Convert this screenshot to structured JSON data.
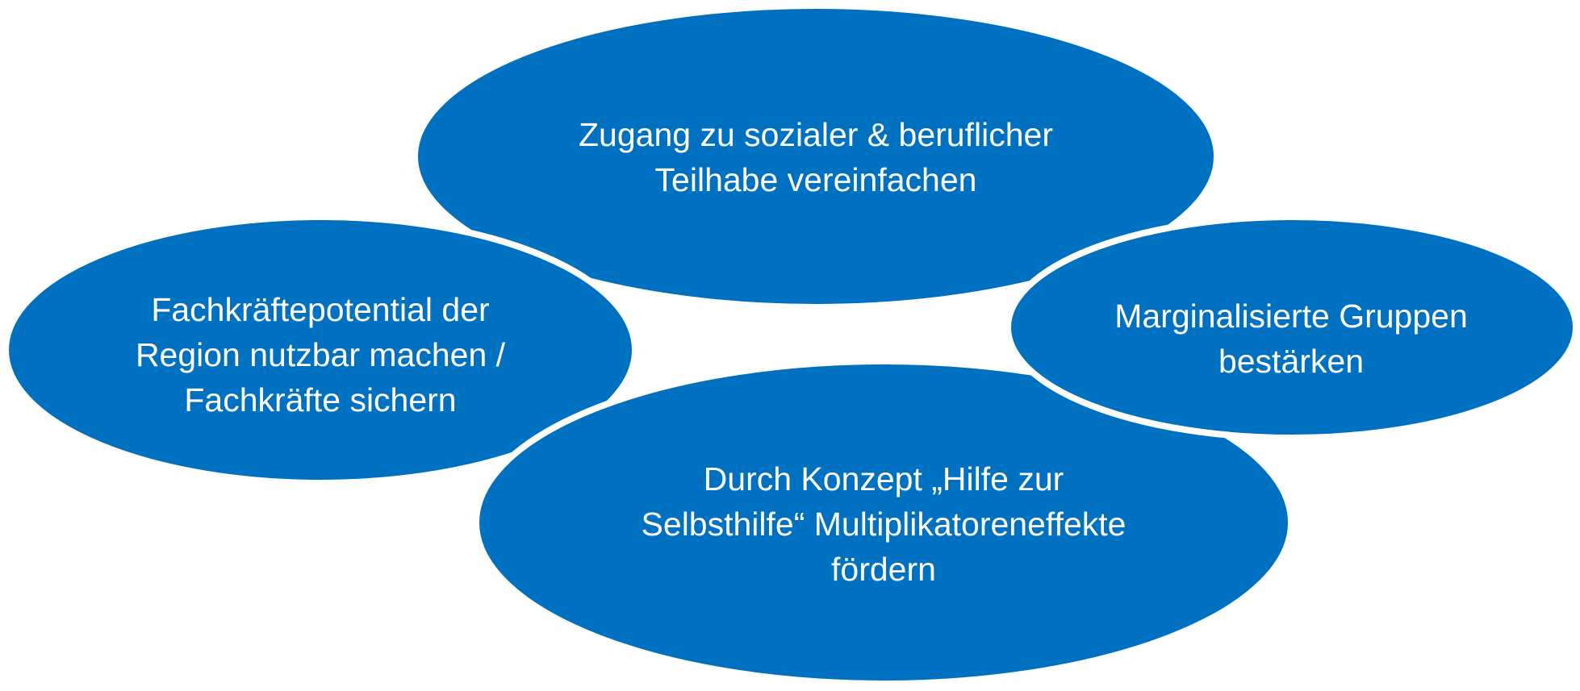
{
  "diagram": {
    "fill_color": "#0070c0",
    "outline_color": "#ffffff",
    "text_color": "#ffffff",
    "nodes": [
      {
        "id": "top",
        "label": "Zugang zu sozialer & beruflicher\nTeilhabe vereinfachen"
      },
      {
        "id": "left",
        "label": "Fachkräftepotential der\nRegion nutzbar machen /\nFachkräfte sichern"
      },
      {
        "id": "bottom",
        "label": "Durch Konzept „Hilfe zur\nSelbsthilfe“ Multiplikatoreneffekte\nfördern"
      },
      {
        "id": "right",
        "label": "Marginalisierte Gruppen\nbestärken"
      }
    ]
  }
}
